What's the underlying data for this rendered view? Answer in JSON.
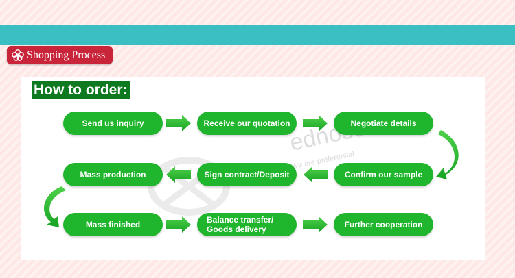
{
  "header": {
    "badge_label": "Shopping Process",
    "badge_icon": "flower-icon"
  },
  "panel": {
    "title": "How to order:",
    "watermark": {
      "domain": "ednose.com",
      "tagline": "We are preferential"
    },
    "steps": [
      {
        "label": "Send us inquiry"
      },
      {
        "label": "Receive our quotation"
      },
      {
        "label": "Negotiate details"
      },
      {
        "label": "Confirm our sample"
      },
      {
        "label": "Sign contract/Deposit"
      },
      {
        "label": "Mass production"
      },
      {
        "label": "Mass finished"
      },
      {
        "label": "Balance transfer/\nGoods delivery"
      },
      {
        "label": "Further cooperation"
      }
    ]
  },
  "colors": {
    "teal_bar": "#3cbfc3",
    "badge_red": "#c8243a",
    "step_green": "#1fb52c",
    "title_green": "#0e7a20",
    "background_pink": "#fde8e6"
  }
}
